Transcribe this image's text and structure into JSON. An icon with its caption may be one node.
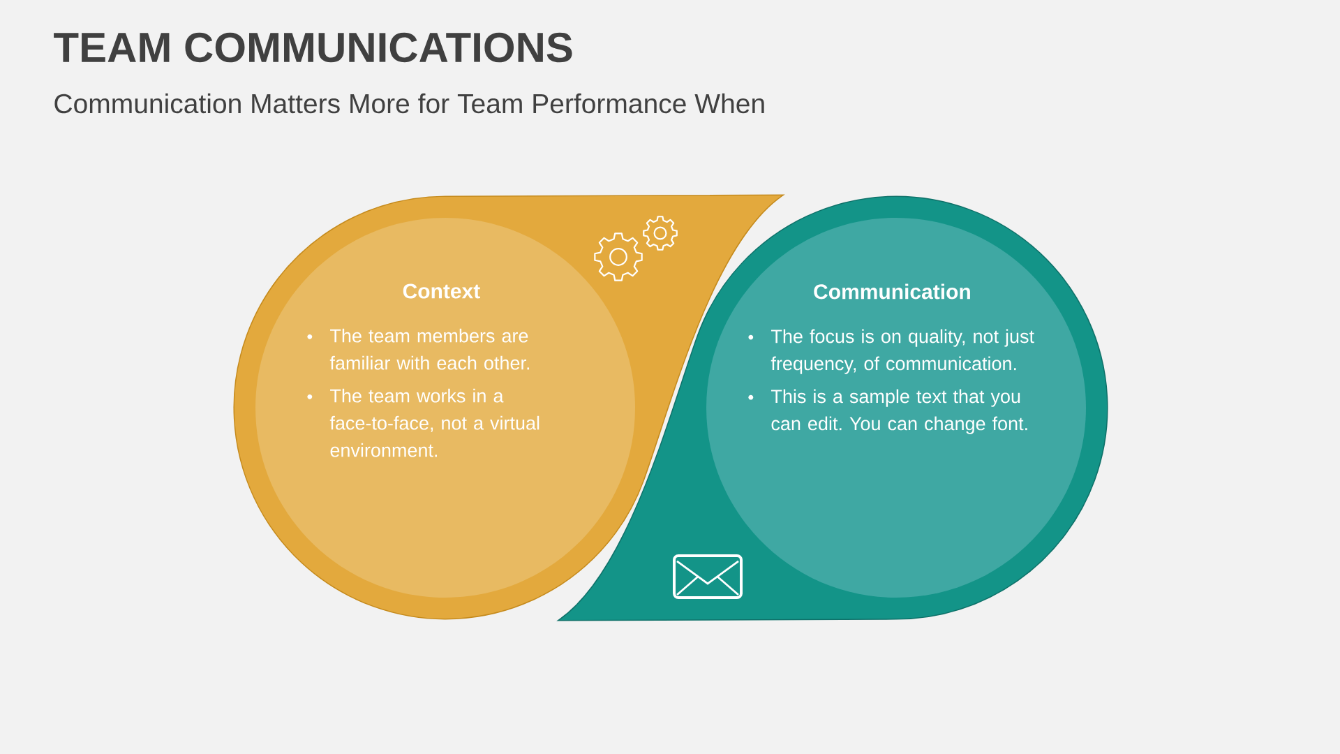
{
  "diagram": {
    "title": "TEAM COMMUNICATIONS",
    "nodes": [
      {
        "text": [
          "Context",
          "The team members are familiar with each other.",
          "The team works in a face-to-face, not a virtual environment."
        ]
      },
      {
        "text": [
          "Communication",
          "The focus is on quality, not just frequency, of communication.",
          "This is a sample text that you can edit. You can change font."
        ]
      }
    ],
    "labels": [
      "Communication Matters More for Team Performance When"
    ]
  }
}
